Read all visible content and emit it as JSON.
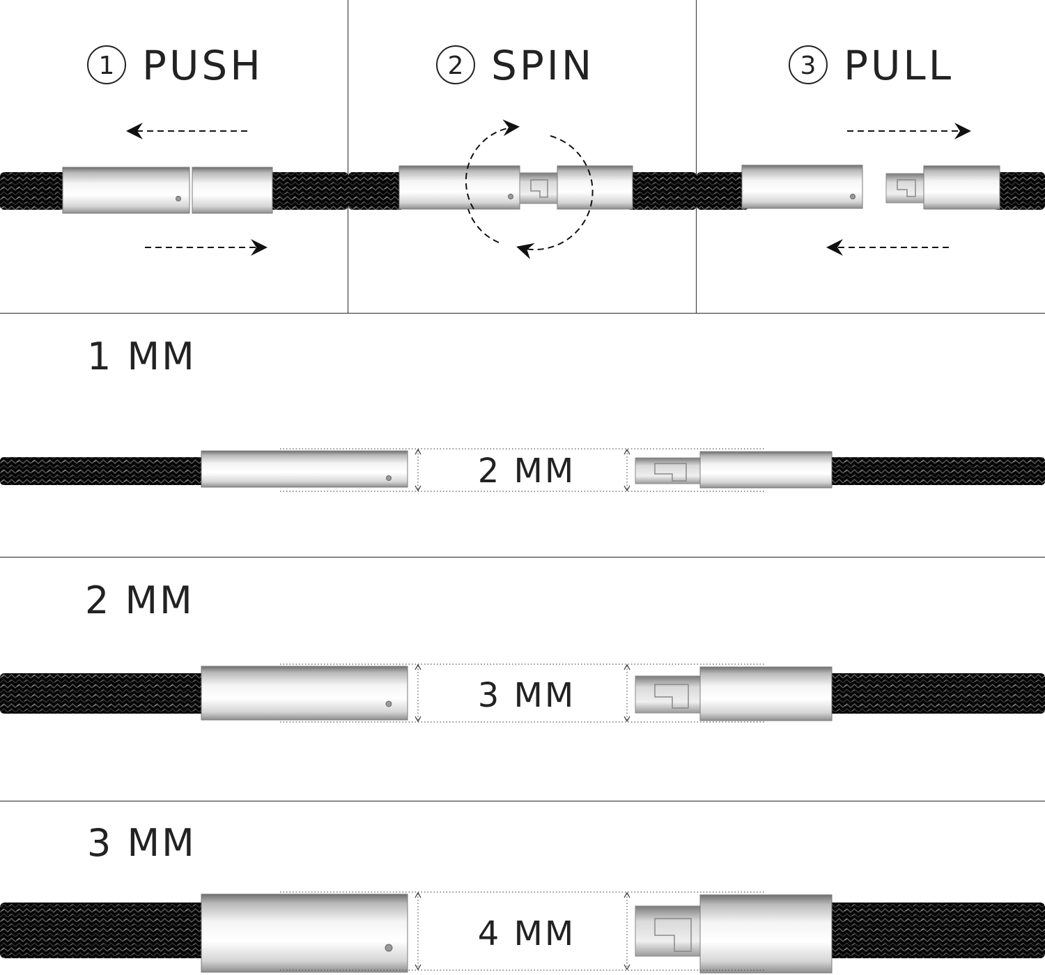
{
  "steps": [
    {
      "number": "1",
      "label": "PUSH"
    },
    {
      "number": "2",
      "label": "SPIN"
    },
    {
      "number": "3",
      "label": "PULL"
    }
  ],
  "sizes": [
    {
      "cord_label": "1 MM",
      "clasp_label": "2 MM"
    },
    {
      "cord_label": "2 MM",
      "clasp_label": "3 MM"
    },
    {
      "cord_label": "3 MM",
      "clasp_label": "4 MM"
    }
  ]
}
